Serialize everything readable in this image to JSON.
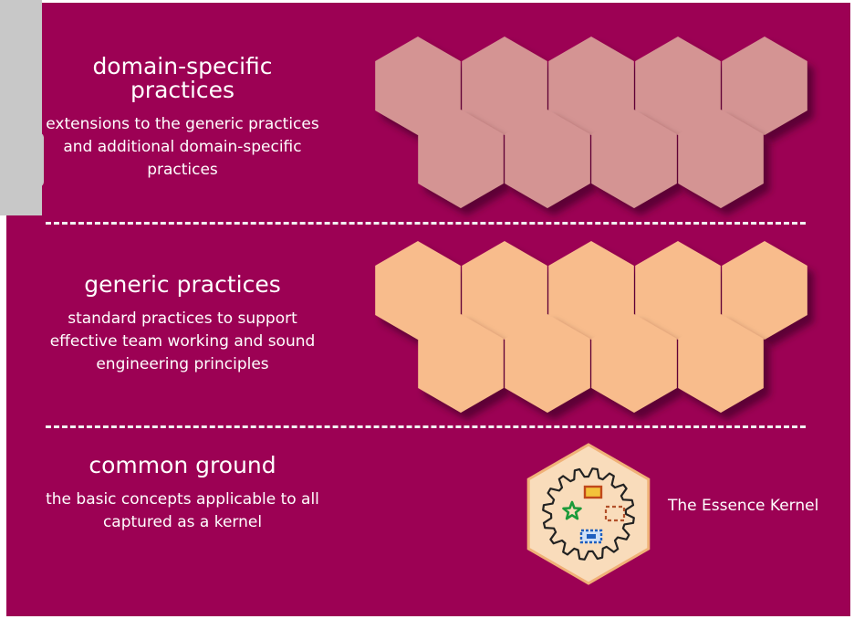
{
  "layers": {
    "domain": {
      "title": "domain-specific practices",
      "description": "extensions to the generic practices and additional domain-specific practices",
      "hex_color": "#d49493"
    },
    "generic": {
      "title": "generic practices",
      "description": "standard practices to support effective team working and sound engineering principles",
      "hex_color": "#f8bc8c"
    },
    "common": {
      "title": "common ground",
      "description": "the basic concepts applicable to all captured as a kernel"
    }
  },
  "kernel": {
    "label": "The Essence Kernel",
    "hex_fill": "#f9dcbb",
    "hex_stroke": "#f0b177",
    "icons": [
      "gear-icon",
      "star-icon",
      "rectangle-icon",
      "dashed-rectangle-icon",
      "dotted-rectangle-icon"
    ]
  },
  "colors": {
    "background": "#9c0154",
    "text": "#ffffff"
  }
}
